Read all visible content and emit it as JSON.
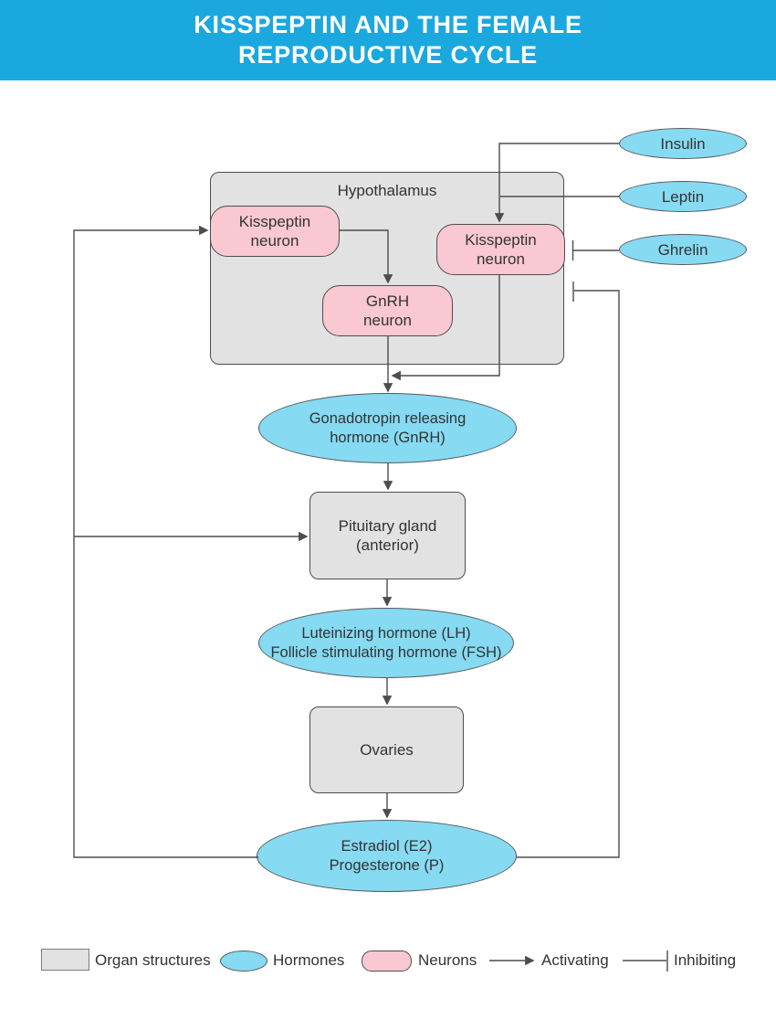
{
  "header": {
    "title": "KISSPEPTIN AND THE FEMALE\nREPRODUCTIVE CYCLE"
  },
  "colors": {
    "banner": "#1BA8DF",
    "hormone_fill": "#86DAF2",
    "neuron_fill": "#F9C8D2",
    "organ_fill": "#E2E2E2",
    "line": "#4D4D4D"
  },
  "nodes": {
    "hypothalamus": "Hypothalamus",
    "kisspeptin_neuron_left": "Kisspeptin\nneuron",
    "kisspeptin_neuron_right": "Kisspeptin\nneuron",
    "gnrh_neuron": "GnRH\nneuron",
    "insulin": "Insulin",
    "leptin": "Leptin",
    "ghrelin": "Ghrelin",
    "gnrh_hormone": "Gonadotropin releasing\nhormone (GnRH)",
    "pituitary_gland": "Pituitary gland\n(anterior)",
    "lh_fsh": "Luteinizing hormone (LH)\nFollicle stimulating hormone (FSH)",
    "ovaries": "Ovaries",
    "estradiol_progesterone": "Estradiol (E2)\nProgesterone (P)"
  },
  "legend": {
    "organ_structures": "Organ structures",
    "hormones": "Hormones",
    "neurons": "Neurons",
    "activating": "Activating",
    "inhibiting": "Inhibiting"
  }
}
